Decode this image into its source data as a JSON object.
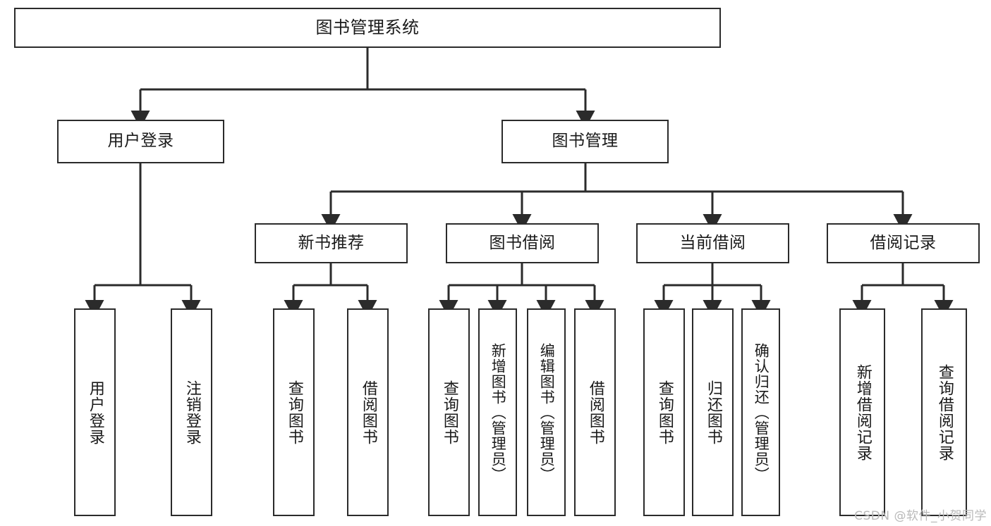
{
  "diagram": {
    "title": "图书管理系统",
    "root": {
      "label": "图书管理系统"
    },
    "level2": [
      {
        "label": "用户登录"
      },
      {
        "label": "图书管理"
      }
    ],
    "level3": [
      {
        "label": "新书推荐"
      },
      {
        "label": "图书借阅"
      },
      {
        "label": "当前借阅"
      },
      {
        "label": "借阅记录"
      }
    ],
    "leaves": {
      "user_login": [
        {
          "label": "用户登录"
        },
        {
          "label": "注销登录"
        }
      ],
      "new_book_recommend": [
        {
          "label": "查询图书"
        },
        {
          "label": "借阅图书"
        }
      ],
      "book_borrow": [
        {
          "label": "查询图书"
        },
        {
          "label": "新增图书（管理员）"
        },
        {
          "label": "编辑图书（管理员）"
        },
        {
          "label": "借阅图书"
        }
      ],
      "current_borrow": [
        {
          "label": "查询图书"
        },
        {
          "label": "归还图书"
        },
        {
          "label": "确认归还（管理员）"
        }
      ],
      "borrow_record": [
        {
          "label": "新增借阅记录"
        },
        {
          "label": "查询借阅记录"
        }
      ]
    }
  },
  "watermark": {
    "text": "CSDN @软件_小贺同学"
  },
  "colors": {
    "stroke": "#2b2b2b",
    "background": "#ffffff",
    "text": "#1a1a1a",
    "watermark": "#b9b9b9"
  }
}
